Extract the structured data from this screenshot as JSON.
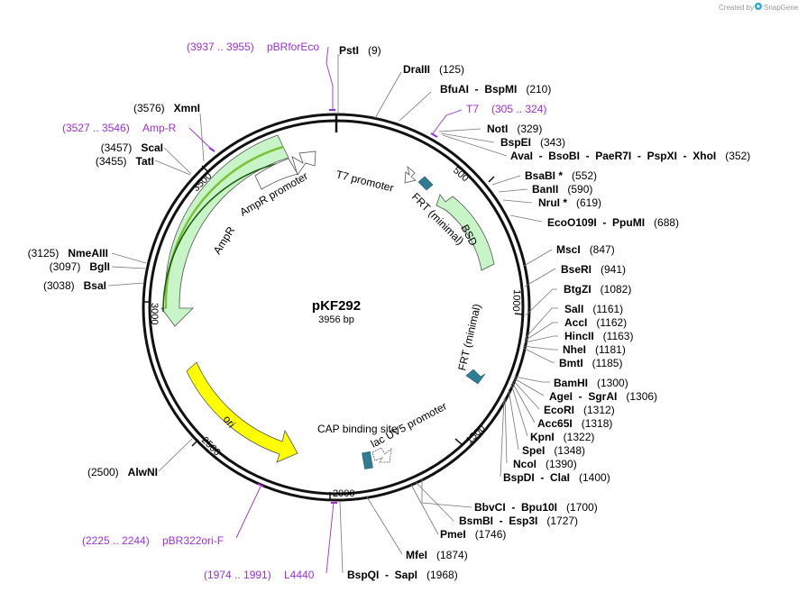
{
  "watermark": {
    "prefix": "Created by",
    "brand": "SnapGene"
  },
  "map": {
    "name": "pKF292",
    "length_label": "3956 bp"
  },
  "ticks": [
    {
      "label": "500",
      "bp": 500
    },
    {
      "label": "1000",
      "bp": 1000
    },
    {
      "label": "1500",
      "bp": 1500
    },
    {
      "label": "2000",
      "bp": 2000
    },
    {
      "label": "2500",
      "bp": 2500
    },
    {
      "label": "3000",
      "bp": 3000
    },
    {
      "label": "3500",
      "bp": 3500
    }
  ],
  "features": [
    {
      "label": "T7 promoter",
      "kind": "promoter",
      "color": "#ffffff"
    },
    {
      "label": "FRT (minimal)",
      "kind": "site",
      "color": "#2e7d92"
    },
    {
      "label": "BSD",
      "kind": "cds",
      "color": "#c8f5c8"
    },
    {
      "label": "FRT (minimal)",
      "kind": "site",
      "color": "#2e7d92"
    },
    {
      "label": "lac UV5 promoter",
      "kind": "promoter",
      "color": "#ffffff"
    },
    {
      "label": "CAP binding site",
      "kind": "site",
      "color": "#2e7d92"
    },
    {
      "label": "ori",
      "kind": "origin",
      "color": "#ffff00"
    },
    {
      "label": "AmpR",
      "kind": "cds",
      "color": "#c8f5c8"
    },
    {
      "label": "AmpR promoter",
      "kind": "promoter",
      "color": "#ffffff"
    }
  ],
  "primers": [
    {
      "range": "(3937 .. 3955)",
      "name": "pBRforEco"
    },
    {
      "range": "(3527 .. 3546)",
      "name": "Amp-R"
    },
    {
      "name": "T7",
      "range": "(305 .. 324)"
    },
    {
      "range": "(2225 .. 2244)",
      "name": "pBR322ori-F"
    },
    {
      "range": "(1974 .. 1991)",
      "name": "L4440"
    }
  ],
  "sites_right": [
    {
      "name": "PstI",
      "pos": "(9)"
    },
    {
      "name": "DraIII",
      "pos": "(125)"
    },
    {
      "name": "BfuAI  -  BspMI",
      "pos": "(210)"
    },
    {
      "name": "NotI",
      "pos": "(329)"
    },
    {
      "name": "BspEI",
      "pos": "(343)"
    },
    {
      "name": "AvaI  -  BsoBI  -  PaeR7I  -  PspXI  -  XhoI",
      "pos": "(352)"
    },
    {
      "name": "BsaBI *",
      "pos": "(552)"
    },
    {
      "name": "BanII",
      "pos": "(590)"
    },
    {
      "name": "NruI *",
      "pos": "(619)"
    },
    {
      "name": "EcoO109I  -  PpuMI",
      "pos": "(688)"
    },
    {
      "name": "MscI",
      "pos": "(847)"
    },
    {
      "name": "BseRI",
      "pos": "(941)"
    },
    {
      "name": "BtgZI",
      "pos": "(1082)"
    },
    {
      "name": "SalI",
      "pos": "(1161)"
    },
    {
      "name": "AccI",
      "pos": "(1162)"
    },
    {
      "name": "HincII",
      "pos": "(1163)"
    },
    {
      "name": "NheI",
      "pos": "(1181)"
    },
    {
      "name": "BmtI",
      "pos": "(1185)"
    },
    {
      "name": "BamHI",
      "pos": "(1300)"
    },
    {
      "name": "AgeI  -  SgrAI",
      "pos": "(1306)"
    },
    {
      "name": "EcoRI",
      "pos": "(1312)"
    },
    {
      "name": "Acc65I",
      "pos": "(1318)"
    },
    {
      "name": "KpnI",
      "pos": "(1322)"
    },
    {
      "name": "SpeI",
      "pos": "(1348)"
    },
    {
      "name": "NcoI",
      "pos": "(1390)"
    },
    {
      "name": "BspDI  -  ClaI",
      "pos": "(1400)"
    },
    {
      "name": "BbvCI  -  Bpu10I",
      "pos": "(1700)"
    },
    {
      "name": "BsmBI  -  Esp3I",
      "pos": "(1727)"
    },
    {
      "name": "PmeI",
      "pos": "(1746)"
    },
    {
      "name": "MfeI",
      "pos": "(1874)"
    },
    {
      "name": "BspQI  -  SapI",
      "pos": "(1968)"
    }
  ],
  "sites_left": [
    {
      "pos": "(3576)",
      "name": "XmnI"
    },
    {
      "pos": "(3457)",
      "name": "ScaI"
    },
    {
      "pos": "(3455)",
      "name": "TatI"
    },
    {
      "pos": "(3125)",
      "name": "NmeAIII"
    },
    {
      "pos": "(3097)",
      "name": "BglI"
    },
    {
      "pos": "(3038)",
      "name": "BsaI"
    },
    {
      "pos": "(2500)",
      "name": "AlwNI"
    }
  ]
}
